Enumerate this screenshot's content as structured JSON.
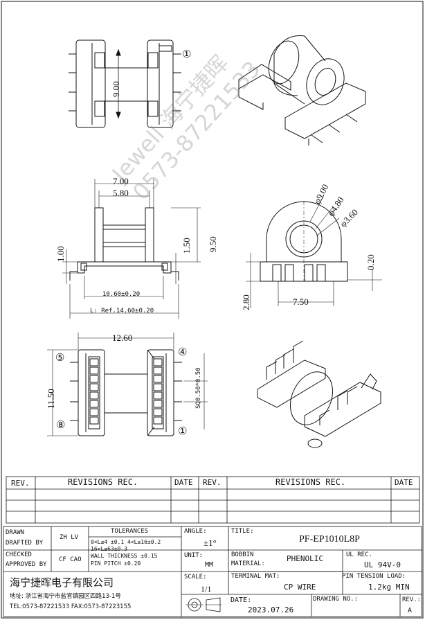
{
  "watermark": {
    "line1": "Jewell 海宁捷晖",
    "line2": "0573-87221533"
  },
  "dimensions": {
    "top_height": "9.00",
    "front_width_outer": "7.00",
    "front_width_inner": "5.80",
    "front_foot_height": "1.00",
    "front_flange_height": "1.50",
    "front_total_height": "9.50",
    "front_pin_span": "10.60±0.20",
    "front_length": "L: Ref.14.60±0.20",
    "side_dia_outer": "φ9.00",
    "side_dia_mid": "φ4.80",
    "side_dia_inner": "φ3.60",
    "side_base_height": "2.80",
    "side_width": "7.50",
    "side_offset": "0.20",
    "bottom_width": "12.60",
    "bottom_height": "11.50",
    "pin_square": "SQ0.50*0.50"
  },
  "pin_labels": {
    "p1_top": "①",
    "p5": "⑤",
    "p4": "④",
    "p8": "⑧",
    "p1_bottom": "①"
  },
  "revisions": {
    "headers": [
      "REV.",
      "REVISIONS  REC.",
      "DATE",
      "REV.",
      "REVISIONS  REC.",
      "DATE"
    ]
  },
  "title_block": {
    "drawn_label": "DRAWN",
    "drafted_label": "DRAFTED BY",
    "drafted_value": "ZH LV",
    "checked_label": "CHECKED",
    "approved_label": "APPROVED BY",
    "approved_value": "CF CAO",
    "tolerances_label": "TOLERANCES",
    "tol_line1": "0<L≤4 ±0.1 4<L≤16±0.2",
    "tol_line2": "16<L≤63±0.3",
    "tol_line3": "WALL THICKNESS ±0.15",
    "tol_line4": "PIN PITCH ±0.20",
    "angle_label": "ANGLE:",
    "angle_value": "±1°",
    "unit_label": "UNIT:",
    "unit_value": "MM",
    "scale_label": "SCALE:",
    "scale_value": "1/1",
    "title_label": "TITLE:",
    "title_value": "PF-EP1010L8P",
    "bobbin_label": "BOBBIN",
    "material_label": "MATERIAL:",
    "material_value": "PHENOLIC",
    "ul_label": "UL REC.",
    "ul_value": "UL 94V-0",
    "terminal_label": "TERMINAL MAT:",
    "terminal_value": "CP WIRE",
    "pin_tension_label": "PIN TENSION LOAD:",
    "pin_tension_value": "1.2kg MIN",
    "date_label": "DATE:",
    "date_value": "2023.07.26",
    "drawing_no_label": "DRAWING NO.:",
    "rev_label": "REV.:",
    "rev_value": "A",
    "company_name": "海宁捷晖电子有限公司",
    "address": "地址: 浙江省海宁市盐官镇园区四路13-1号",
    "tel": "TEL:0573-87221533 FAX:0573-87223155"
  }
}
